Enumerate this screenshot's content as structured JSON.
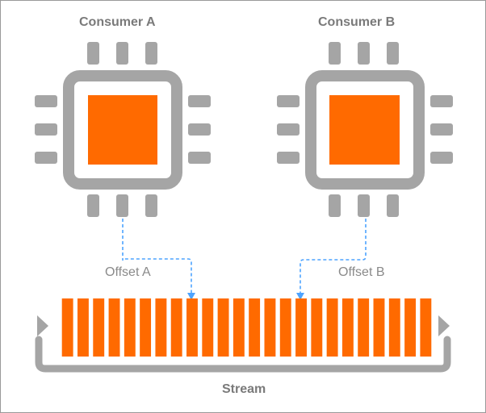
{
  "consumers": [
    {
      "title": "Consumer A",
      "offset_label": "Offset A"
    },
    {
      "title": "Consumer B",
      "offset_label": "Offset B"
    }
  ],
  "stream": {
    "label": "Stream",
    "segment_count": 24
  },
  "colors": {
    "chip_gray": "#a5a5a5",
    "core_orange": "#ff6a00",
    "pointer_blue": "#4da3ff",
    "label_gray": "#7a7a7a"
  },
  "icons": [
    "chip-icon",
    "chevron-right-icon"
  ]
}
